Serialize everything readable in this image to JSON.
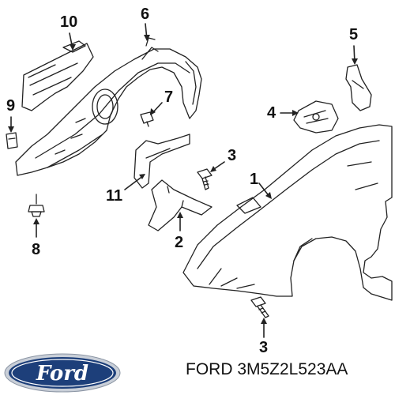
{
  "callouts": {
    "c1": "1",
    "c2": "2",
    "c3_top": "3",
    "c3_bottom": "3",
    "c4": "4",
    "c5": "5",
    "c6": "6",
    "c7": "7",
    "c8": "8",
    "c9": "9",
    "c10": "10",
    "c11": "11"
  },
  "brand": {
    "logo_text": "Ford",
    "colors": {
      "oval": "#1d3f7a",
      "rim": "#c9cfd8",
      "script": "#ffffff"
    }
  },
  "part_number_caption": "FORD 3M5Z2L523AA",
  "colors": {
    "line_art": "#222222",
    "label": "#111111"
  }
}
